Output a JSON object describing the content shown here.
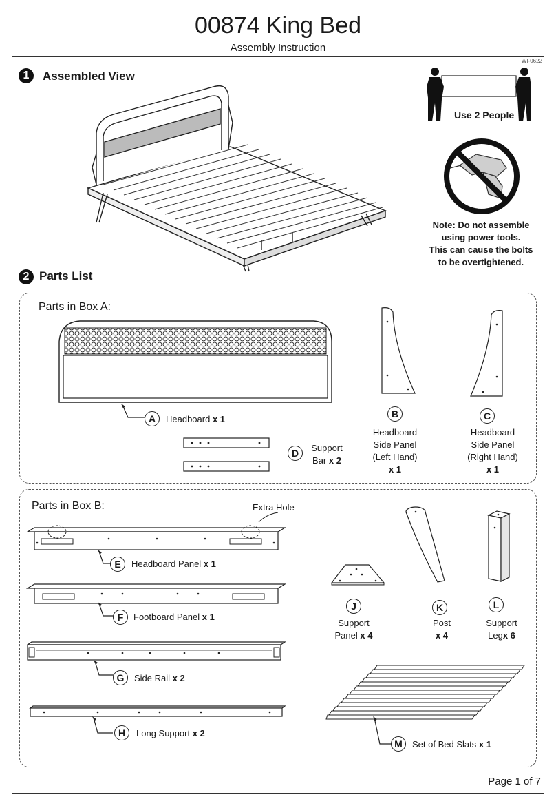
{
  "header": {
    "title": "00874 King Bed",
    "subtitle": "Assembly Instruction",
    "doc_id": "WI-0622"
  },
  "steps": [
    {
      "number": "1",
      "heading": "Assembled View"
    },
    {
      "number": "2",
      "heading": "Parts List"
    }
  ],
  "sidebar": {
    "people_label": "Use 2 People",
    "note_prefix": "Note:",
    "note_line1": " Do not assemble",
    "note_line2": "using power tools.",
    "note_line3": "This can cause the bolts",
    "note_line4": "to be overtightened."
  },
  "box_a": {
    "label": "Parts in Box A:",
    "parts": {
      "A": {
        "letter": "A",
        "name": "Headboard",
        "qty": "x 1"
      },
      "B": {
        "letter": "B",
        "line1": "Headboard",
        "line2": "Side Panel",
        "line3": "(Left Hand)",
        "qty": "x 1"
      },
      "C": {
        "letter": "C",
        "line1": "Headboard",
        "line2": "Side Panel",
        "line3": "(Right Hand)",
        "qty": "x 1"
      },
      "D": {
        "letter": "D",
        "line1": "Support",
        "line2": "Bar",
        "qty": "x 2"
      }
    }
  },
  "box_b": {
    "label": "Parts in Box B:",
    "extra_hole": "Extra Hole",
    "parts": {
      "E": {
        "letter": "E",
        "name": "Headboard Panel",
        "qty": "x 1"
      },
      "F": {
        "letter": "F",
        "name": "Footboard Panel",
        "qty": "x 1"
      },
      "G": {
        "letter": "G",
        "name": "Side Rail",
        "qty": "x 2"
      },
      "H": {
        "letter": "H",
        "name": "Long Support",
        "qty": "x 2"
      },
      "J": {
        "letter": "J",
        "line1": "Support",
        "line2": "Panel",
        "qty": "x 4"
      },
      "K": {
        "letter": "K",
        "line1": "Post",
        "qty": "x 4"
      },
      "L": {
        "letter": "L",
        "line1": "Support",
        "line2": "Leg",
        "qty": "x 6"
      },
      "M": {
        "letter": "M",
        "name": "Set of Bed Slats",
        "qty": "x 1"
      }
    }
  },
  "footer": {
    "page": "Page 1 of 7"
  }
}
